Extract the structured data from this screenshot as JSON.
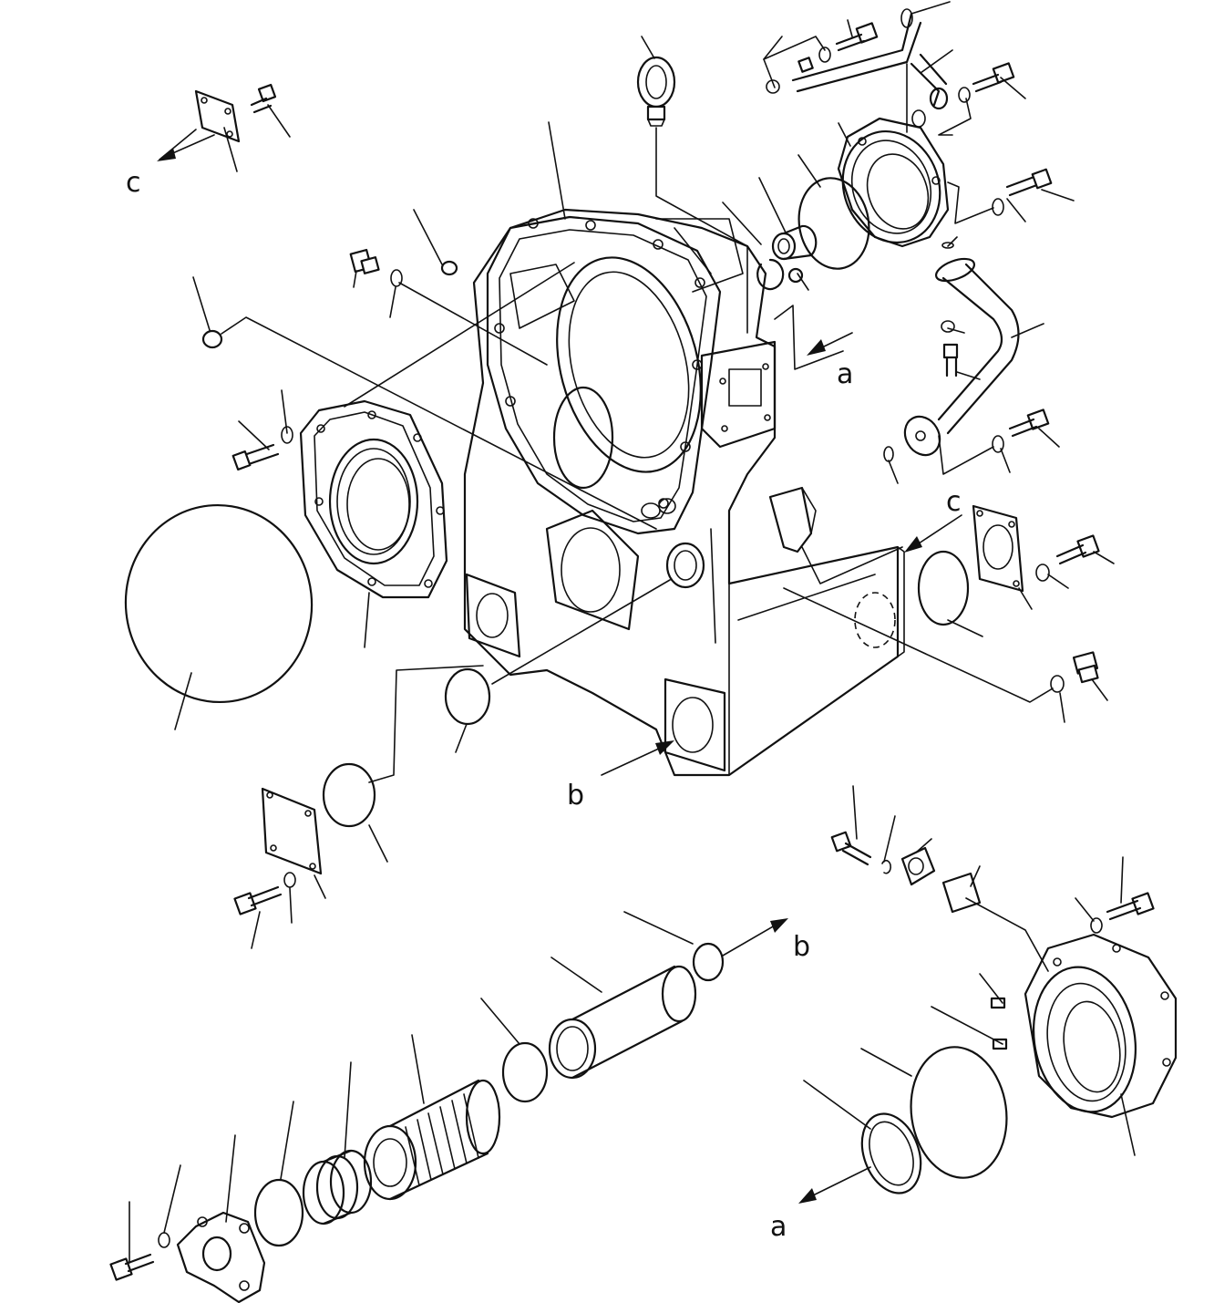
{
  "diagram": {
    "reference_labels": {
      "c_top_left": "c",
      "a_right": "a",
      "c_right": "c",
      "b_center": "b",
      "b_shaft": "b",
      "a_bottom": "a"
    }
  }
}
